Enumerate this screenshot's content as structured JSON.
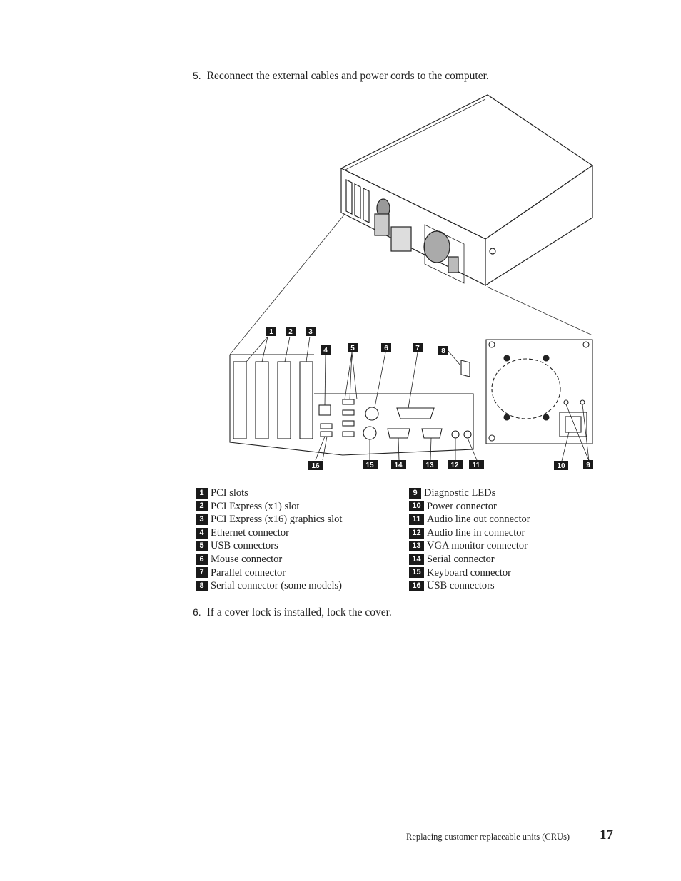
{
  "steps": {
    "step5": {
      "number": "5.",
      "text": "Reconnect the external cables and power cords to the computer."
    },
    "step6": {
      "number": "6.",
      "text": "If a cover lock is installed, lock the cover."
    }
  },
  "callouts": [
    "1",
    "2",
    "3",
    "4",
    "5",
    "6",
    "7",
    "8",
    "9",
    "10",
    "11",
    "12",
    "13",
    "14",
    "15",
    "16"
  ],
  "legend": {
    "left": [
      {
        "num": "1",
        "label": "PCI slots"
      },
      {
        "num": "2",
        "label": "PCI Express (x1) slot"
      },
      {
        "num": "3",
        "label": "PCI Express (x16) graphics slot"
      },
      {
        "num": "4",
        "label": "Ethernet connector"
      },
      {
        "num": "5",
        "label": "USB connectors"
      },
      {
        "num": "6",
        "label": "Mouse connector"
      },
      {
        "num": "7",
        "label": "Parallel connector"
      },
      {
        "num": "8",
        "label": "Serial connector (some models)"
      }
    ],
    "right": [
      {
        "num": "9",
        "label": "Diagnostic LEDs"
      },
      {
        "num": "10",
        "label": "Power connector"
      },
      {
        "num": "11",
        "label": "Audio line out connector"
      },
      {
        "num": "12",
        "label": "Audio line in connector"
      },
      {
        "num": "13",
        "label": "VGA monitor connector"
      },
      {
        "num": "14",
        "label": "Serial connector"
      },
      {
        "num": "15",
        "label": "Keyboard connector"
      },
      {
        "num": "16",
        "label": "USB connectors"
      }
    ]
  },
  "footer": {
    "text": "Replacing customer replaceable units (CRUs)",
    "page": "17"
  }
}
